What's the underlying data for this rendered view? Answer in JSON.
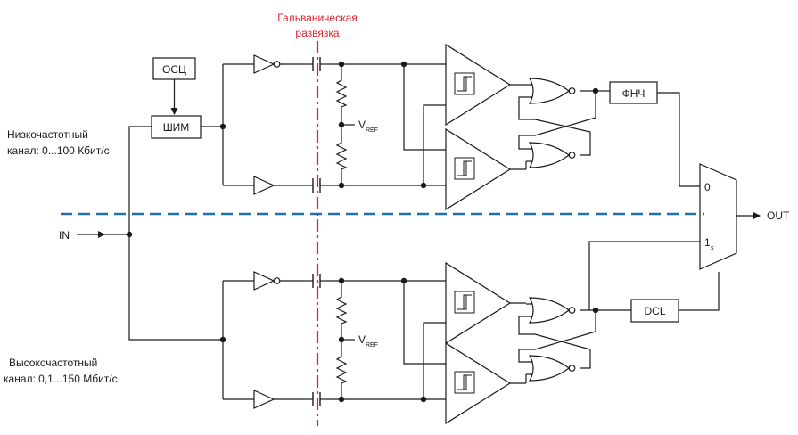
{
  "isolation_label": {
    "line1": "Гальваническая",
    "line2": "развязка"
  },
  "blocks": {
    "osc": "ОСЦ",
    "pwm": "ШИМ",
    "lpf": "ФНЧ",
    "dcl": "DCL"
  },
  "labels": {
    "low_channel_line1": "Низкочастотный",
    "low_channel_line2": "канал: 0...100 Кбит/с",
    "high_channel_line1": "Высокочастотный",
    "high_channel_line2": "канал: 0,1...150 Мбит/с",
    "input": "IN",
    "output": "OUT",
    "vref_main": "V",
    "vref_sub": "REF",
    "mux_in0": "0",
    "mux_in1_main": "1",
    "mux_in1_sub": "s"
  },
  "colors": {
    "isolation_line": "#e0222a",
    "separator_line": "#1f6fb5",
    "wire": "#1a1a1a"
  }
}
